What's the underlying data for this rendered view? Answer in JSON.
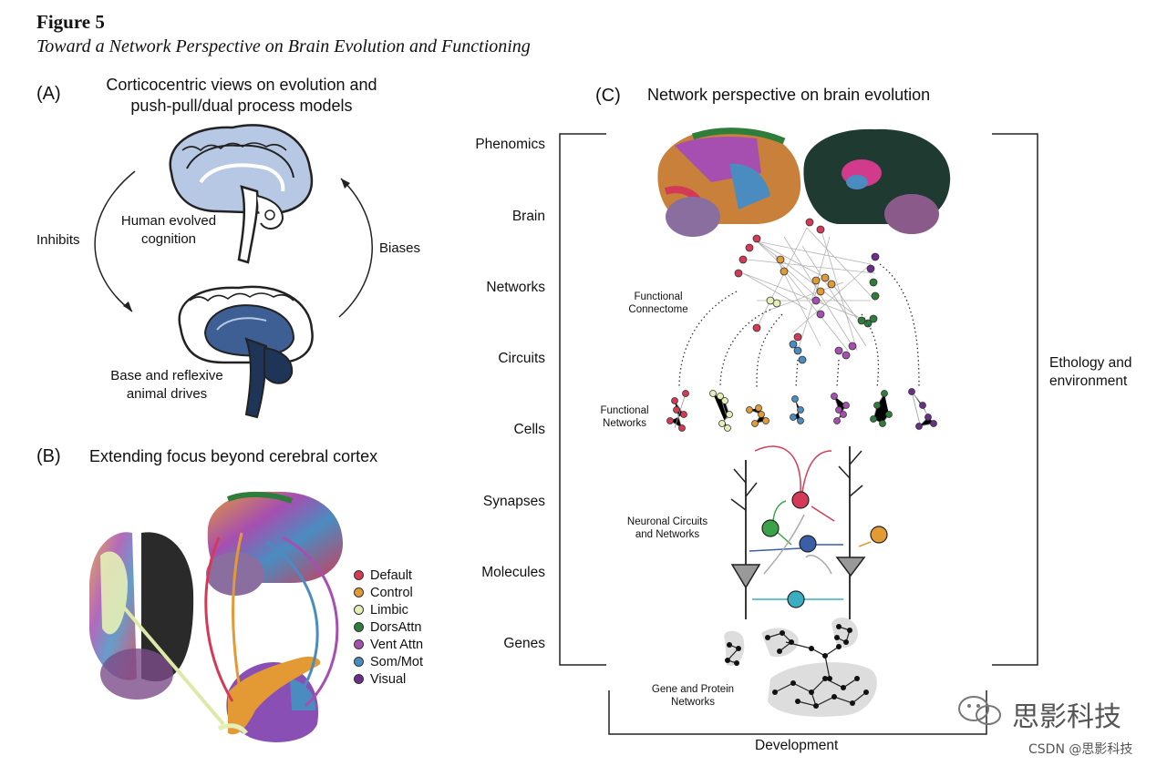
{
  "figure": {
    "label": "Figure 5",
    "title": "Toward a Network Perspective on Brain Evolution and Functioning"
  },
  "panel_a": {
    "letter": "(A)",
    "title_line1": "Corticocentric views on evolution and",
    "title_line2": "push-pull/dual process models",
    "upper_brain_line1": "Human evolved",
    "upper_brain_line2": "cognition",
    "lower_brain_line1": "Base and reflexive",
    "lower_brain_line2": "animal drives",
    "left_arrow": "Inhibits",
    "right_arrow": "Biases"
  },
  "panel_b": {
    "letter": "(B)",
    "title": "Extending focus beyond cerebral cortex",
    "legend": [
      {
        "label": "Default",
        "color": "#d43a55"
      },
      {
        "label": "Control",
        "color": "#e39a35"
      },
      {
        "label": "Limbic",
        "color": "#e4efb6"
      },
      {
        "label": "DorsAttn",
        "color": "#2e7d3a"
      },
      {
        "label": "Vent Attn",
        "color": "#a64fb0"
      },
      {
        "label": "Som/Mot",
        "color": "#4a8cc0"
      },
      {
        "label": "Visual",
        "color": "#6a2d8a"
      }
    ]
  },
  "panel_c": {
    "letter": "(C)",
    "title": "Network perspective on brain evolution",
    "scale": [
      "Phenomics",
      "Brain",
      "Networks",
      "Circuits",
      "Cells",
      "Synapses",
      "Molecules",
      "Genes"
    ],
    "functional_connectome_line1": "Functional",
    "functional_connectome_line2": "Connectome",
    "functional_networks_line1": "Functional",
    "functional_networks_line2": "Networks",
    "neuronal_line1": "Neuronal Circuits",
    "neuronal_line2": "and Networks",
    "gene_line1": "Gene and Protein",
    "gene_line2": "Networks",
    "right_label_line1": "Ethology and",
    "right_label_line2": "environment",
    "bottom_label": "Development"
  },
  "watermark": {
    "brand": "思影科技",
    "credit": "CSDN @思影科技"
  },
  "colors": {
    "brain_light": "#b7c8e4",
    "brain_dark": "#3d5f94",
    "brainstem": "#1e3558"
  }
}
